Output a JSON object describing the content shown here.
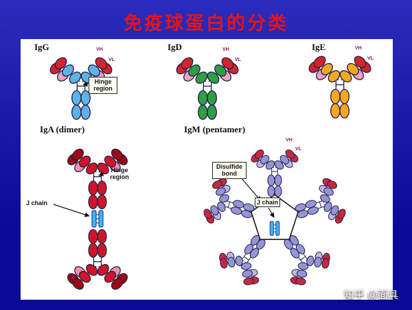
{
  "theme": {
    "bg_top": "#2b2bbd",
    "bg_bottom": "#0a0a98",
    "title_color": "#e31418",
    "panel_bg": "#ffffff"
  },
  "slide": {
    "title": "免疫球蛋白的分类"
  },
  "watermark": {
    "text": "知乎 @面具"
  },
  "antibodies": {
    "igg": {
      "label": "IgG",
      "colors": {
        "heavy": "#5fb2e6",
        "light": "#f2a0c4",
        "v": "#d2242c"
      }
    },
    "igd": {
      "label": "IgD",
      "colors": {
        "heavy": "#2f9e44",
        "light": "#f2a0c4",
        "v": "#d2242c"
      }
    },
    "ige": {
      "label": "IgE",
      "colors": {
        "heavy": "#f5a71f",
        "light": "#f2a0c4",
        "v": "#d2242c"
      }
    },
    "iga": {
      "label": "IgA (dimer)",
      "colors": {
        "heavy": "#d01528",
        "light": "#f08fae",
        "v": "#9e0712"
      }
    },
    "igm": {
      "label": "IgM (pentamer)",
      "colors": {
        "heavy": "#9595d6",
        "light": "#c2b5e8",
        "v": "#c9283e"
      }
    }
  },
  "annotations": {
    "igg_hinge": "Hinge region",
    "iga_hinge": "Hinge region",
    "iga_jchain": "J chain",
    "igm_disulfide": "Disulfide bond",
    "igm_jchain": "J chain"
  },
  "domains": {
    "vh": "VH",
    "vl": "VL"
  }
}
